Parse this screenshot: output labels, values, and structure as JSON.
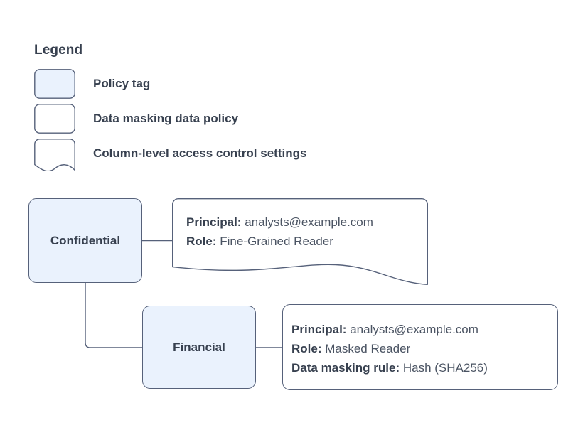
{
  "colors": {
    "background": "#ffffff",
    "node_fill": "#eaf2fd",
    "note_fill": "#ffffff",
    "stroke": "#56617a",
    "text": "#37404f",
    "value_text": "#4b5463"
  },
  "legend": {
    "title": "Legend",
    "items": [
      {
        "shape": "rounded-rect-filled",
        "label": "Policy tag"
      },
      {
        "shape": "rounded-rect-outline",
        "label": "Data masking data policy"
      },
      {
        "shape": "wavy-bottom-note",
        "label": "Column-level access control settings"
      }
    ]
  },
  "diagram": {
    "nodes": [
      {
        "id": "confidential",
        "label": "Confidential",
        "type": "policy-tag"
      },
      {
        "id": "financial",
        "label": "Financial",
        "type": "policy-tag"
      }
    ],
    "callouts": [
      {
        "id": "confidential-access",
        "shape": "wavy-bottom-note",
        "attached_to": "confidential",
        "lines": [
          {
            "key": "Principal:",
            "value": "analysts@example.com"
          },
          {
            "key": "Role:",
            "value": "Fine-Grained Reader"
          }
        ]
      },
      {
        "id": "financial-access",
        "shape": "rounded-rect-outline",
        "attached_to": "financial",
        "lines": [
          {
            "key": "Principal:",
            "value": "analysts@example.com"
          },
          {
            "key": "Role:",
            "value": "Masked Reader"
          },
          {
            "key": "Data masking rule:",
            "value": "Hash (SHA256)"
          }
        ]
      }
    ],
    "edges": [
      {
        "from": "confidential",
        "to": "confidential-access",
        "style": "straight"
      },
      {
        "from": "confidential",
        "to": "financial",
        "style": "elbow"
      },
      {
        "from": "financial",
        "to": "financial-access",
        "style": "straight"
      }
    ]
  }
}
